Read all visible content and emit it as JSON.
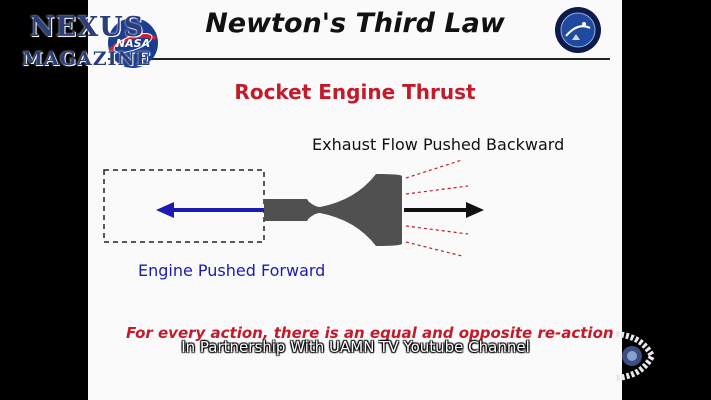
{
  "slide": {
    "title": "Newton's Third Law",
    "subtitle": "Rocket Engine Thrust",
    "exhaust_label": "Exhaust Flow Pushed Backward",
    "engine_label": "Engine Pushed Forward",
    "principle": "For every action, there is an equal and opposite re-action"
  },
  "watermark": {
    "line1": "NEXUS",
    "line2": "MAGAZINE",
    "nasa_text": "NASA"
  },
  "caption": "In Partnership With UAMN TV Youtube Channel",
  "icons": {
    "nasa_logo": "nasa-meatball-icon",
    "emblem": "exploration-emblem-icon",
    "channel_logo": "channel-logo-icon"
  },
  "colors": {
    "title_red": "#c41a2a",
    "forward_arrow": "#1b1bb0",
    "engine_gray": "#505050",
    "watermark_blue": "#2b3e7a"
  }
}
